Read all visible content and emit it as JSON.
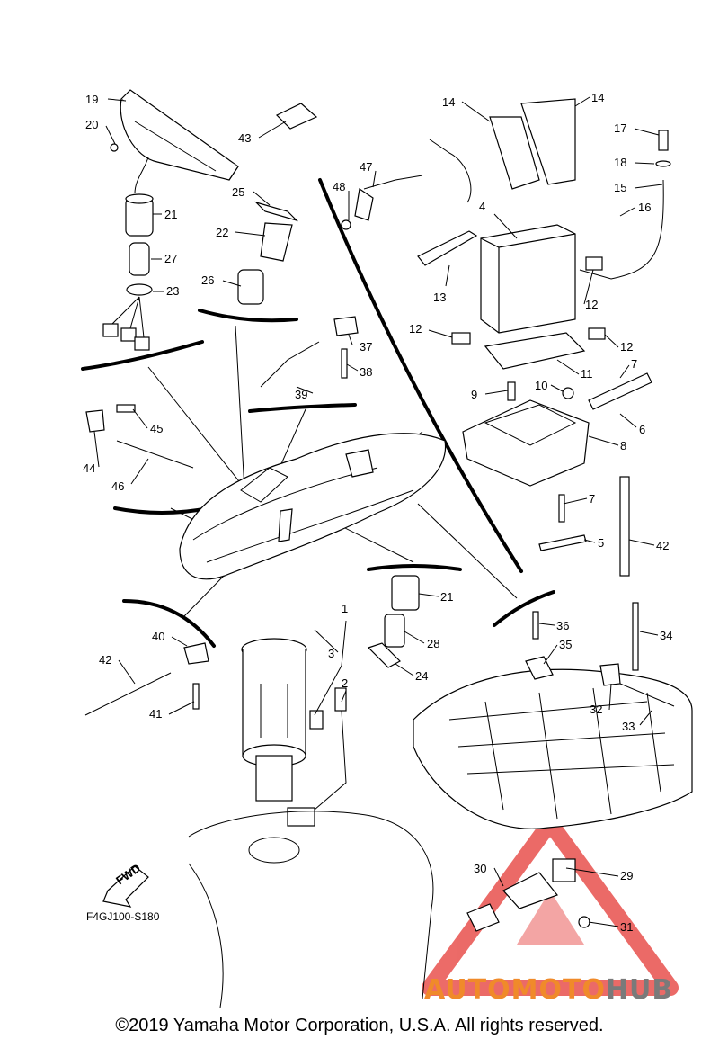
{
  "diagram_code": "F4GJ100-S180",
  "fwd_label": "FWD",
  "copyright": "©2019 Yamaha Motor Corporation, U.S.A. All rights reserved.",
  "watermark": {
    "brand_part1": "AUTOMOTO",
    "brand_part2": "HUB",
    "color_primary": "#f08a2a",
    "color_secondary": "#7a7a7a",
    "triangle_color": "#e53935"
  },
  "callouts": [
    "19",
    "20",
    "21",
    "27",
    "23",
    "43",
    "25",
    "22",
    "26",
    "14",
    "14",
    "17",
    "18",
    "15",
    "16",
    "47",
    "48",
    "4",
    "13",
    "12",
    "12",
    "12",
    "11",
    "37",
    "38",
    "39",
    "7",
    "9",
    "10",
    "6",
    "8",
    "45",
    "44",
    "46",
    "7",
    "5",
    "42",
    "21",
    "28",
    "24",
    "1",
    "3",
    "2",
    "36",
    "35",
    "34",
    "40",
    "42",
    "41",
    "32",
    "33",
    "30",
    "29",
    "31"
  ]
}
